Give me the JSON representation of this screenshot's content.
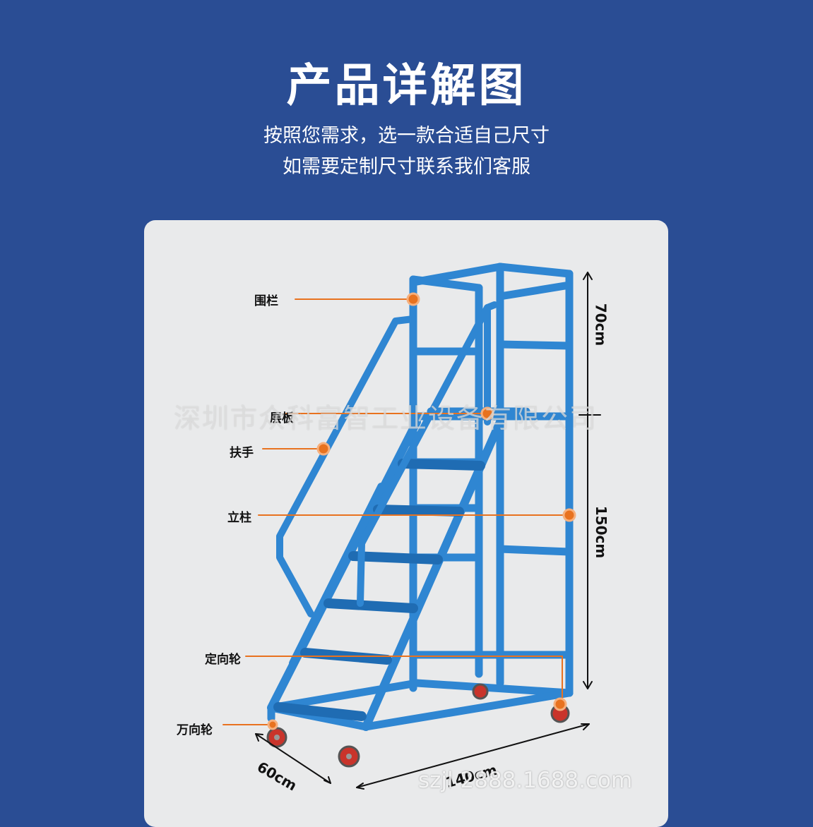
{
  "header": {
    "title": "产品详解图",
    "subtitle_line1": "按照您需求，选一款合适自己尺寸",
    "subtitle_line2": "如需要定制尺寸联系我们客服"
  },
  "callouts": {
    "guardrail": "围栏",
    "platform": "层板",
    "handrail": "扶手",
    "upright": "立柱",
    "fixed_wheel": "定向轮",
    "swivel_wheel": "万向轮"
  },
  "dimensions": {
    "top_height": "70cm",
    "main_height": "150cm",
    "width": "60cm",
    "length": "140cm"
  },
  "watermarks": {
    "company": "深圳市众科富智工业设备有限公司",
    "site": "szjl 2888.1688.com"
  },
  "colors": {
    "background": "#2a4d94",
    "card": "#e9eaeb",
    "ladder": "#2f86d2",
    "ladder_shade": "#1f6cb3",
    "callout": "#e8721f",
    "wheel": "#c9342b"
  }
}
